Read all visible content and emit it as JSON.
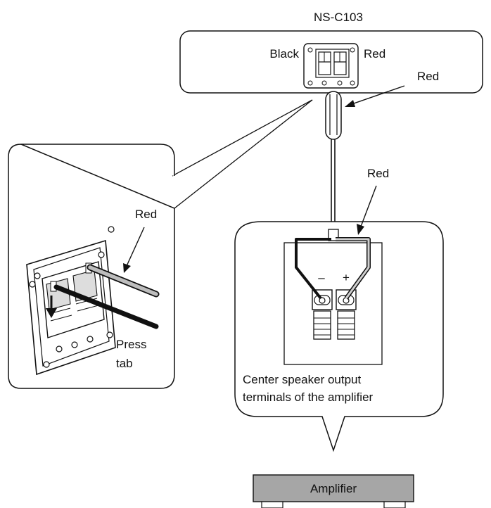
{
  "speaker": {
    "model": "NS-C103",
    "terminal_left_label": "Black",
    "terminal_right_label": "Red",
    "cable_label": "Red"
  },
  "detail": {
    "cable_label": "Red",
    "instruction_line1": "Press",
    "instruction_line2": "tab"
  },
  "amp_terminals": {
    "cable_label": "Red",
    "minus_sign": "–",
    "plus_sign": "+",
    "caption_line1": "Center speaker output",
    "caption_line2": "terminals of the amplifier"
  },
  "amplifier": {
    "label": "Amplifier",
    "box_color": "#a6a6a6"
  }
}
